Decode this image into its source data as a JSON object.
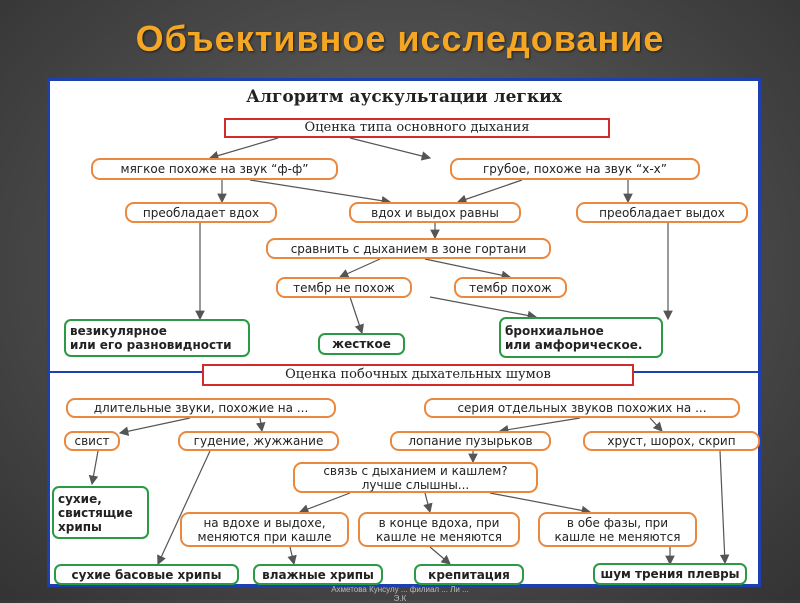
{
  "slide_title": "Объективное исследование",
  "diagram": {
    "heading": "Алгоритм аускультации легких",
    "section1_title": "Оценка типа основного дыхания",
    "soft": "мягкое похоже на звук “ф-ф”",
    "rough": "грубое, похоже на звук “х-х”",
    "inhale_dominates": "преобладает вдох",
    "equal": "вдох и выдох равны",
    "exhale_dominates": "преобладает выдох",
    "compare_larynx": "сравнить с дыханием в зоне гортани",
    "timbre_not_similar": "тембр не похож",
    "timbre_similar": "тембр похож",
    "vesicular": "везикулярное\nили его разновидности",
    "harsh": "жесткое",
    "bronchial": "бронхиальное\nили амфорическое.",
    "section2_title": "Оценка побочных дыхательных шумов",
    "continuous": "длительные звуки, похожие на ...",
    "series": "серия отдельных звуков похожих на ...",
    "whistle": "свист",
    "buzzing": "гудение, жужжание",
    "bubbles": "лопание пузырьков",
    "crunch": "хруст, шорох,  скрип",
    "relation": "связь с дыханием и кашлем?\nлучше слышны...",
    "dry_whistling": "сухие,\nсвистящие\nхрипы",
    "inhale_exhale": "на вдохе и выдохе,\nменяются при кашле",
    "end_inhale": "в конце вдоха, при\nкашле не меняются",
    "both_phases": "в обе фазы, при\nкашле не меняются",
    "dry_bass": "сухие басовые хрипы",
    "moist": "влажные хрипы",
    "crepitation": "крепитация",
    "friction": "шум трения плевры"
  },
  "footer": "Ахметова Кунсулу ... филиал ... Ли ...\nЭ.К"
}
